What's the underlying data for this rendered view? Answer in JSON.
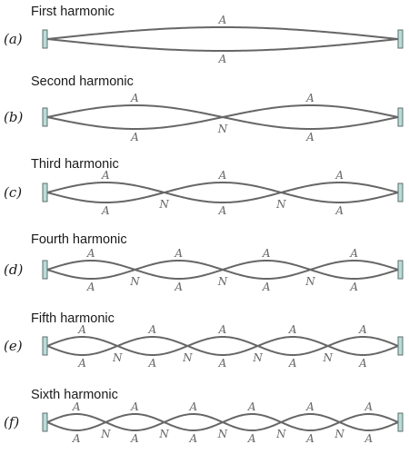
{
  "colors": {
    "string": "#666666",
    "clamp_fill": "#b9dcd8",
    "clamp_stroke": "#5f6e6c",
    "label": "#666666"
  },
  "node_label": "N",
  "antinode_label": "A",
  "panels": [
    {
      "part": "(a)",
      "title": "First harmonic",
      "harmonic": 1
    },
    {
      "part": "(b)",
      "title": "Second harmonic",
      "harmonic": 2
    },
    {
      "part": "(c)",
      "title": "Third harmonic",
      "harmonic": 3
    },
    {
      "part": "(d)",
      "title": "Fourth harmonic",
      "harmonic": 4
    },
    {
      "part": "(e)",
      "title": "Fifth harmonic",
      "harmonic": 5
    },
    {
      "part": "(f)",
      "title": "Sixth harmonic",
      "harmonic": 6
    }
  ]
}
